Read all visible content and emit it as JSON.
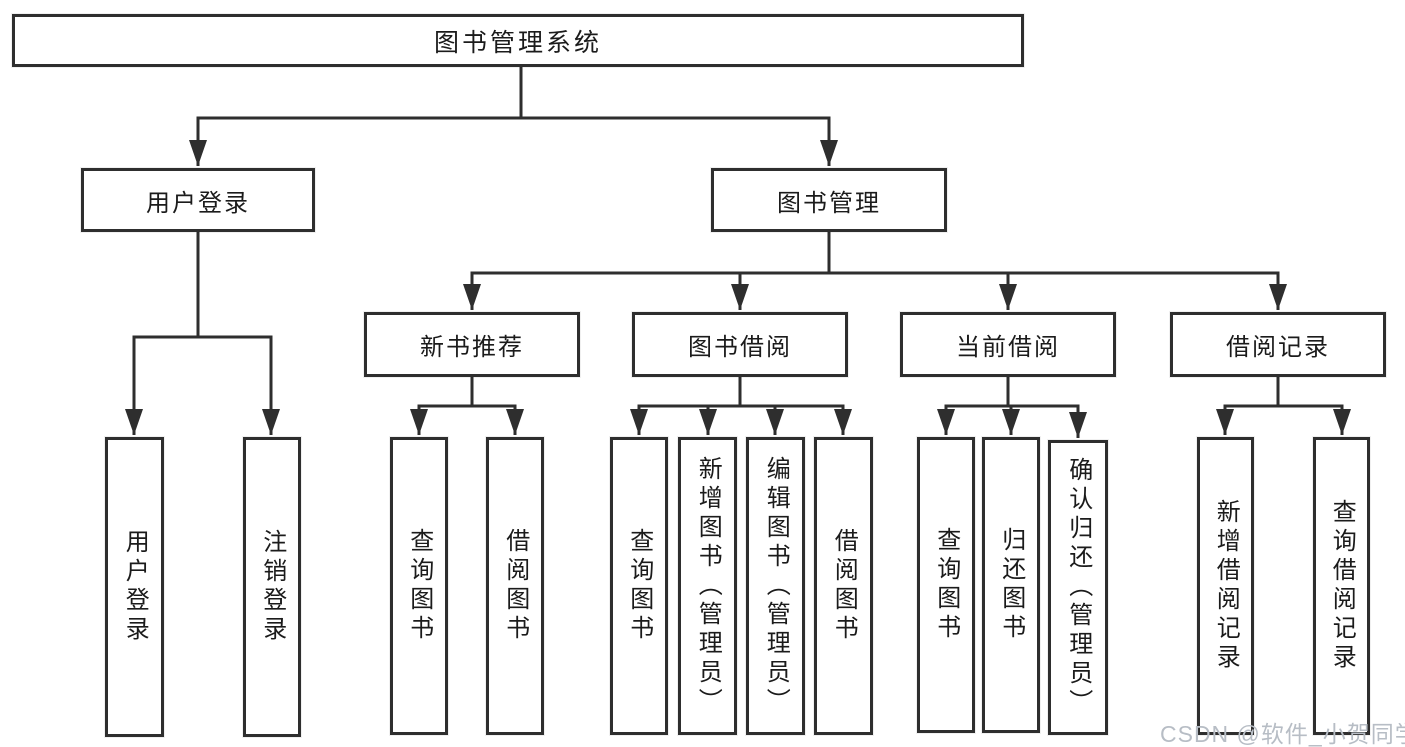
{
  "tree": {
    "label": "图书管理系统",
    "children": [
      {
        "label": "用户登录",
        "children": [
          {
            "label": "用户登录"
          },
          {
            "label": "注销登录"
          }
        ]
      },
      {
        "label": "图书管理",
        "children": [
          {
            "label": "新书推荐",
            "children": [
              {
                "label": "查询图书"
              },
              {
                "label": "借阅图书"
              }
            ]
          },
          {
            "label": "图书借阅",
            "children": [
              {
                "label": "查询图书"
              },
              {
                "label": "新增图书（管理员）"
              },
              {
                "label": "编辑图书（管理员）"
              },
              {
                "label": "借阅图书"
              }
            ]
          },
          {
            "label": "当前借阅",
            "children": [
              {
                "label": "查询图书"
              },
              {
                "label": "归还图书"
              },
              {
                "label": "确认归还（管理员）"
              }
            ]
          },
          {
            "label": "借阅记录",
            "children": [
              {
                "label": "新增借阅记录"
              },
              {
                "label": "查询借阅记录"
              }
            ]
          }
        ]
      }
    ]
  },
  "watermark": {
    "text": "CSDN @软件_小贺同学"
  },
  "colors": {
    "line": "#2e2e2e",
    "box_border": "#2e2e2e",
    "text": "#1b1b1b",
    "watermark": "#b7bdc5",
    "background": "#ffffff"
  }
}
